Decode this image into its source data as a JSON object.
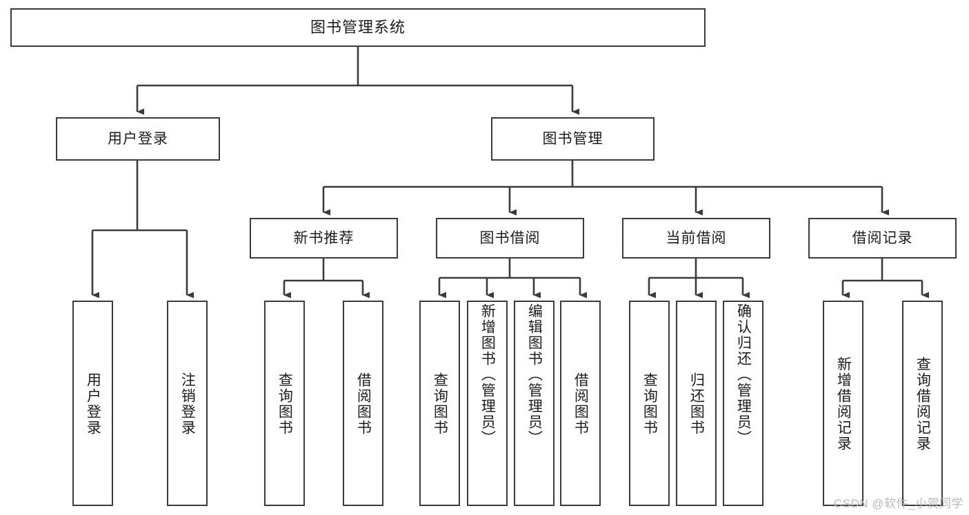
{
  "diagram": {
    "type": "hierarchy-tree",
    "title": "图书管理系统",
    "level1": {
      "id": "root",
      "label": "图书管理系统"
    },
    "level2": [
      {
        "id": "user-login",
        "label": "用户登录"
      },
      {
        "id": "book-management",
        "label": "图书管理"
      }
    ],
    "level3": [
      {
        "id": "new-book-recommend",
        "label": "新书推荐",
        "parent": "book-management"
      },
      {
        "id": "book-borrow",
        "label": "图书借阅",
        "parent": "book-management"
      },
      {
        "id": "current-borrow",
        "label": "当前借阅",
        "parent": "book-management"
      },
      {
        "id": "borrow-record",
        "label": "借阅记录",
        "parent": "book-management"
      }
    ],
    "leaves": [
      {
        "id": "leaf-user-login",
        "label": "用户登录",
        "parent": "user-login"
      },
      {
        "id": "leaf-logout-login",
        "label": "注销登录",
        "parent": "user-login"
      },
      {
        "id": "leaf-query-book-1",
        "label": "查询图书",
        "parent": "new-book-recommend"
      },
      {
        "id": "leaf-borrow-book-1",
        "label": "借阅图书",
        "parent": "new-book-recommend"
      },
      {
        "id": "leaf-query-book-2",
        "label": "查询图书",
        "parent": "book-borrow"
      },
      {
        "id": "leaf-add-book",
        "label": "新增图书（管理员）",
        "parent": "book-borrow"
      },
      {
        "id": "leaf-edit-book",
        "label": "编辑图书（管理员）",
        "parent": "book-borrow"
      },
      {
        "id": "leaf-borrow-book-2",
        "label": "借阅图书",
        "parent": "book-borrow"
      },
      {
        "id": "leaf-query-book-3",
        "label": "查询图书",
        "parent": "current-borrow"
      },
      {
        "id": "leaf-return-book",
        "label": "归还图书",
        "parent": "current-borrow"
      },
      {
        "id": "leaf-confirm-return",
        "label": "确认归还（管理员）",
        "parent": "current-borrow"
      },
      {
        "id": "leaf-add-record",
        "label": "新增借阅记录",
        "parent": "borrow-record"
      },
      {
        "id": "leaf-query-record",
        "label": "查询借阅记录",
        "parent": "borrow-record"
      }
    ],
    "colors": {
      "box_border": "#3a3a3a",
      "box_fill": "#ffffff",
      "connector": "#3a3a3a",
      "text": "#1c1c1c",
      "watermark": "#b9b9b9"
    }
  },
  "watermark": {
    "text": "CSDN @软件_小贺同学"
  }
}
